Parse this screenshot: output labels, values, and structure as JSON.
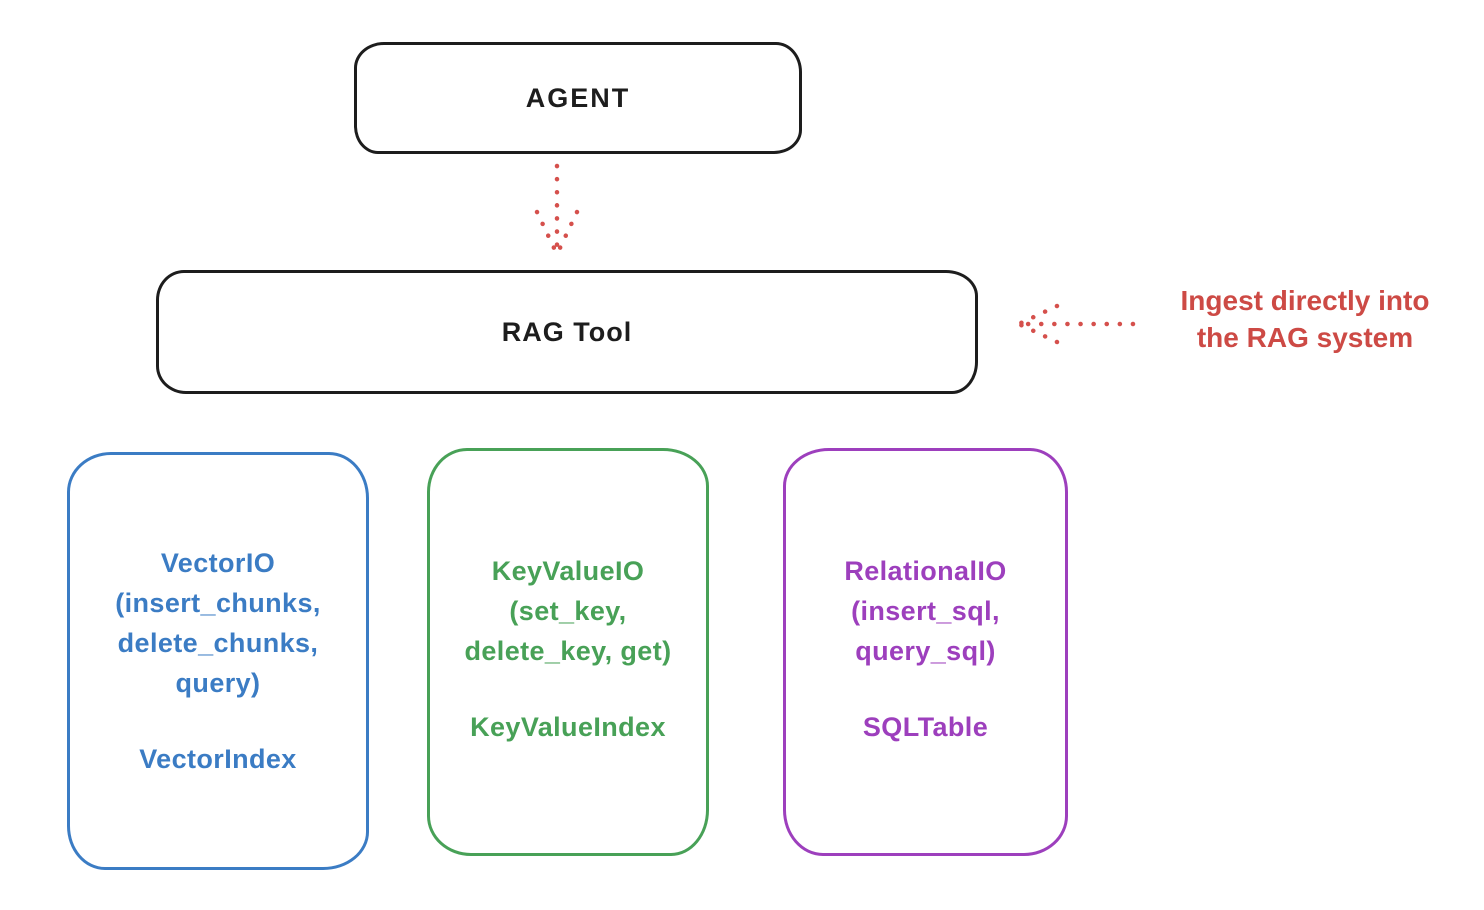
{
  "canvas": {
    "background": "#ffffff"
  },
  "nodes": {
    "agent": {
      "label": "AGENT",
      "stroke": "#1d1d1d"
    },
    "rag_tool": {
      "label": "RAG Tool",
      "stroke": "#1d1d1d"
    },
    "vector_io": {
      "title": "VectorIO",
      "methods": [
        "(insert_chunks,",
        "delete_chunks,",
        "query)"
      ],
      "index": "VectorIndex",
      "stroke": "#3b7cc4"
    },
    "key_value_io": {
      "title": "KeyValueIO",
      "methods": [
        "(set_key,",
        "delete_key, get)"
      ],
      "index": "KeyValueIndex",
      "stroke": "#48a157"
    },
    "relational_io": {
      "title": "RelationalIO",
      "methods": [
        "(insert_sql,",
        "query_sql)"
      ],
      "index": "SQLTable",
      "stroke": "#9d3fbd"
    }
  },
  "annotation": {
    "line1": "Ingest directly into",
    "line2": "the RAG system",
    "color": "#cd4a45"
  },
  "arrows": {
    "color": "#d5504c",
    "style": "dotted"
  }
}
